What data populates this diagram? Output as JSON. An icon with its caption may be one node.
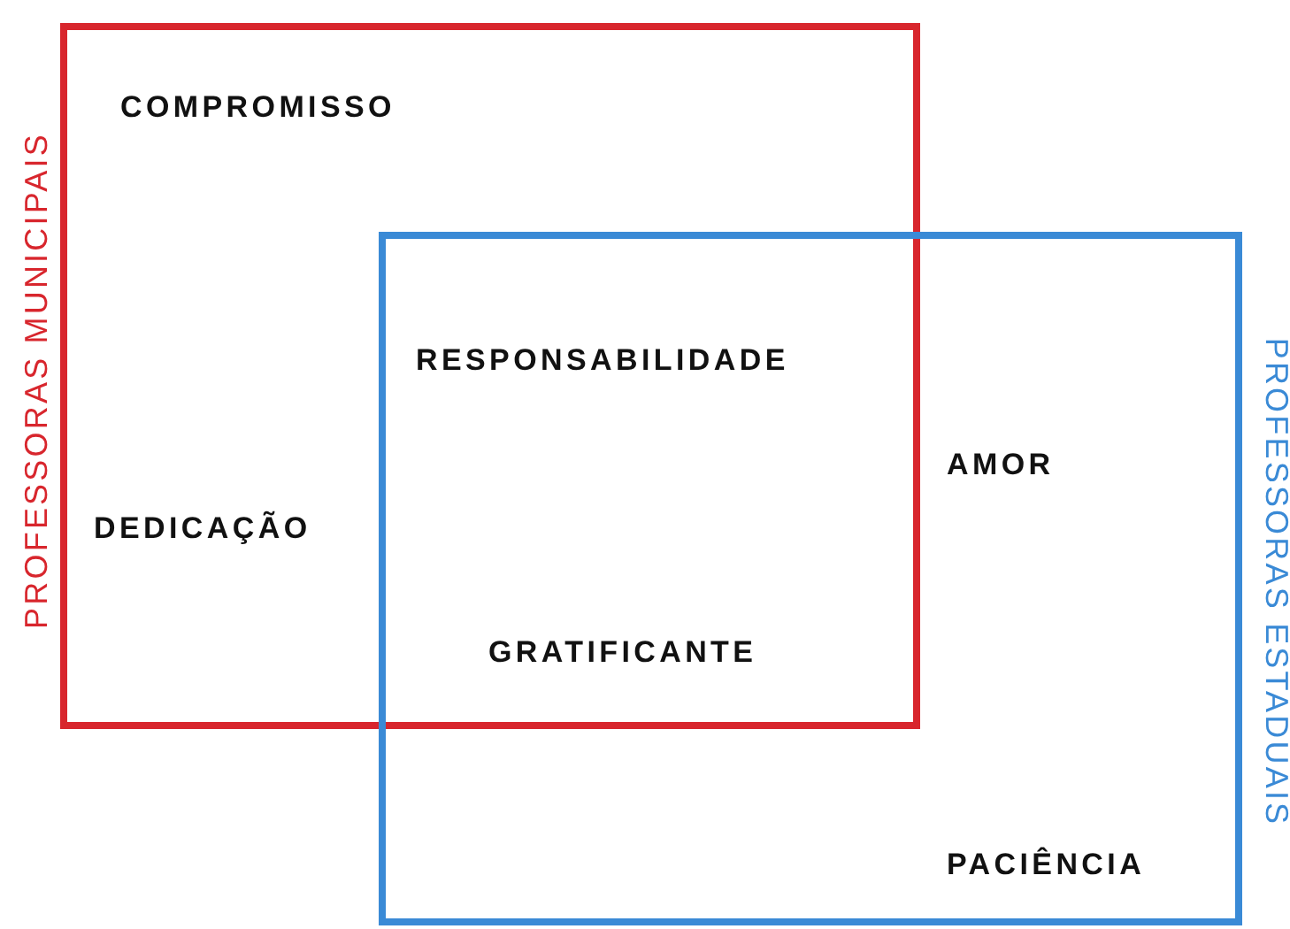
{
  "diagram": {
    "nodes": [
      {
        "text": [
          "PROFESSORAS MUNICIPAIS"
        ]
      },
      {
        "text": [
          "PROFESSORAS ESTADUAIS"
        ]
      }
    ],
    "labels": [
      "COMPROMISSO",
      "RESPONSABILIDADE",
      "AMOR",
      "DEDICAÇÃO",
      "GRATIFICANTE",
      "PACIÊNCIA"
    ]
  }
}
